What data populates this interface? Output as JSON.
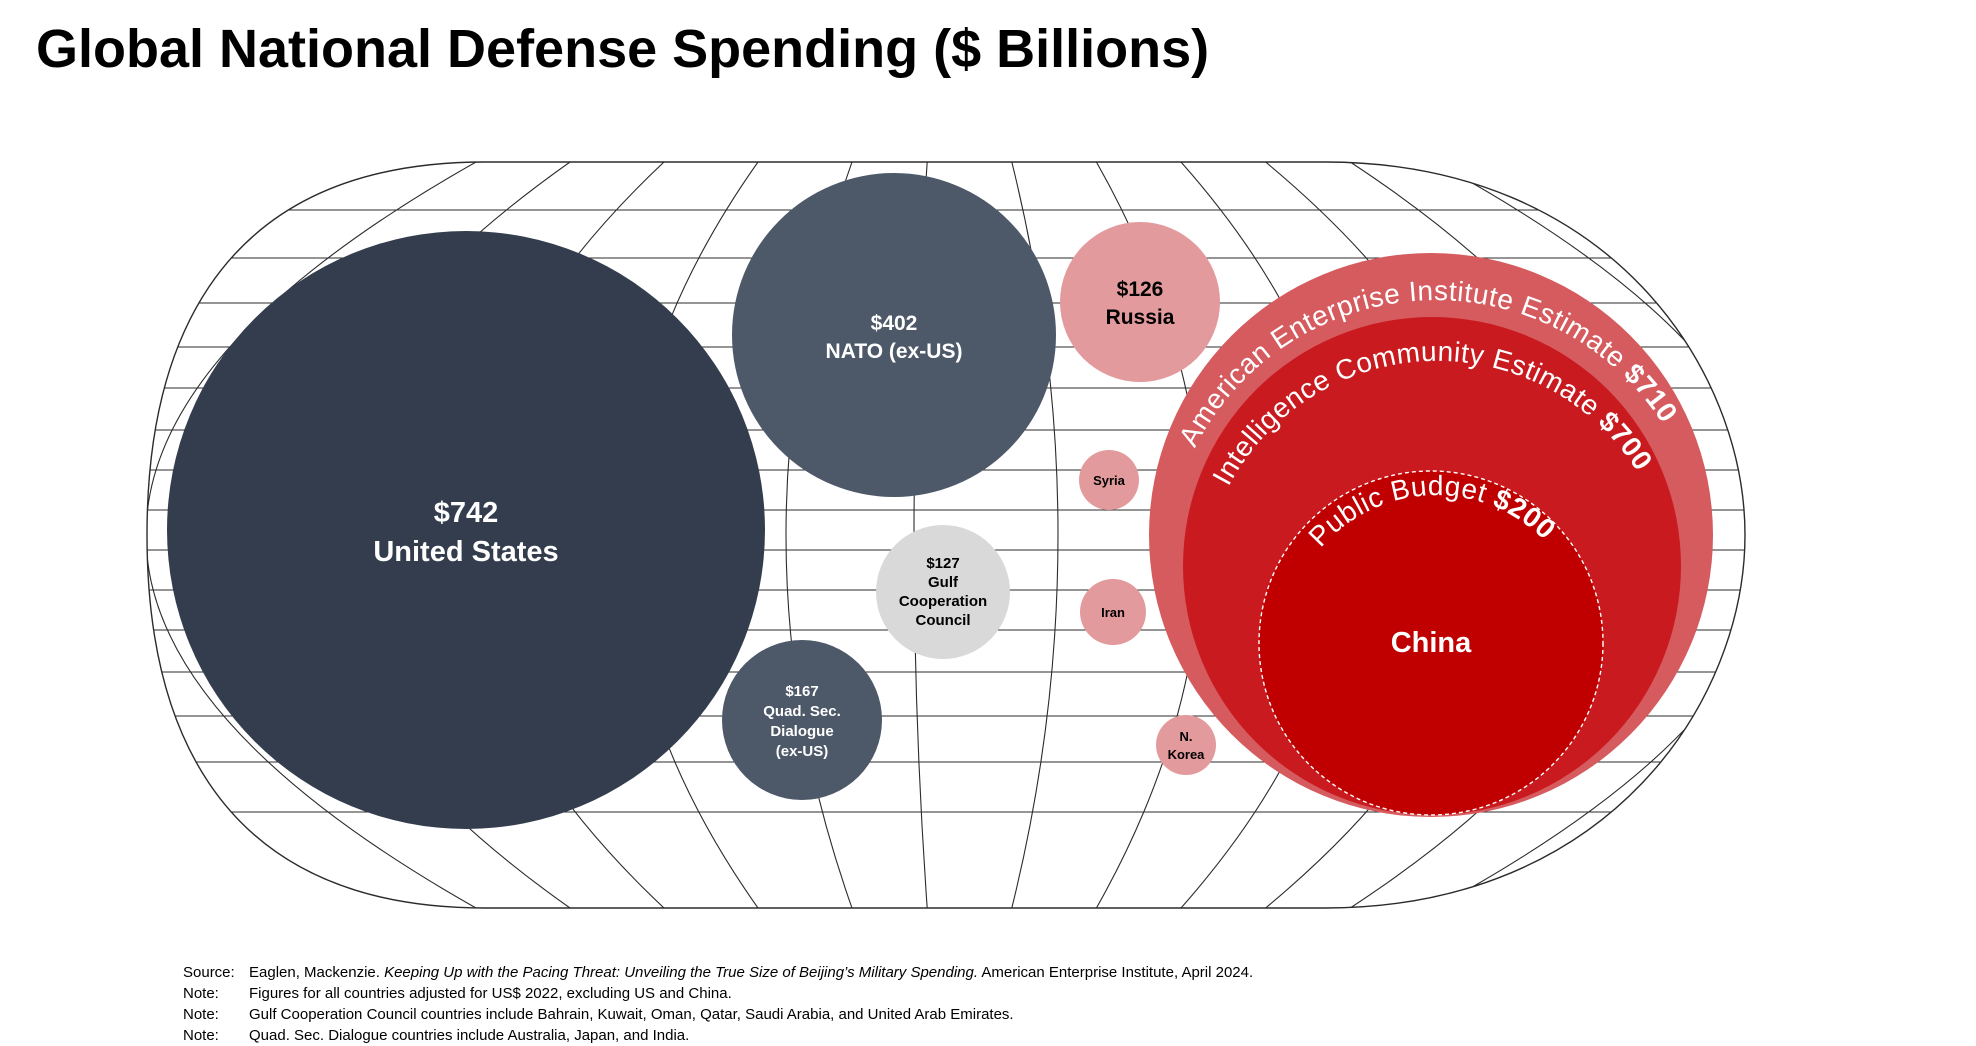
{
  "title": "Global National Defense Spending ($ Billions)",
  "chart_data": {
    "type": "bubble",
    "title": "Global National Defense Spending ($ Billions)",
    "unit": "$ Billions",
    "bubbles": [
      {
        "id": "us",
        "name": "United States",
        "value_label": "$742",
        "value": 742,
        "color": "#333d4e"
      },
      {
        "id": "nato",
        "name": "NATO (ex-US)",
        "value_label": "$402",
        "value": 402,
        "color": "#4d5868"
      },
      {
        "id": "russia",
        "name": "Russia",
        "value_label": "$126",
        "value": 126,
        "color": "#e39a9d"
      },
      {
        "id": "gcc",
        "name": "Gulf Cooperation Council",
        "name_lines": [
          "Gulf",
          "Cooperation",
          "Council"
        ],
        "value_label": "$127",
        "value": 127,
        "color": "#d9d9d9"
      },
      {
        "id": "quad",
        "name": "Quad. Sec. Dialogue (ex-US)",
        "name_lines": [
          "Quad. Sec.",
          "Dialogue",
          "(ex-US)"
        ],
        "value_label": "$167",
        "value": 167,
        "color": "#4d5868"
      },
      {
        "id": "syria",
        "name": "Syria",
        "color": "#e39a9d"
      },
      {
        "id": "iran",
        "name": "Iran",
        "color": "#e39a9d"
      },
      {
        "id": "nkorea",
        "name": "N. Korea",
        "name_lines": [
          "N.",
          "Korea"
        ],
        "color": "#e39a9d"
      }
    ],
    "china": {
      "name": "China",
      "estimates": [
        {
          "label": "American Enterprise Institute Estimate",
          "value_label": "$710",
          "value": 710,
          "color": "#d55b5f"
        },
        {
          "label": "Intelligence Community Estimate",
          "value_label": "$700",
          "value": 700,
          "color": "#c91a1f"
        },
        {
          "label": "Public Budget",
          "value_label": "$200",
          "value": 200,
          "color": "#c00000"
        }
      ]
    }
  },
  "notes": [
    {
      "label": "Source:",
      "pre": "Eaglen, Mackenzie. ",
      "italic": "Keeping Up with the Pacing Threat: Unveiling the True Size of Beijing’s Military Spending.",
      "post": " American Enterprise Institute, April 2024."
    },
    {
      "label": "Note:",
      "text": "Figures for all countries adjusted for US$ 2022, excluding US and China."
    },
    {
      "label": "Note:",
      "text": "Gulf Cooperation Council countries include Bahrain, Kuwait, Oman, Qatar, Saudi Arabia, and United Arab Emirates."
    },
    {
      "label": "Note:",
      "text": "Quad. Sec. Dialogue countries include Australia, Japan, and India."
    }
  ]
}
